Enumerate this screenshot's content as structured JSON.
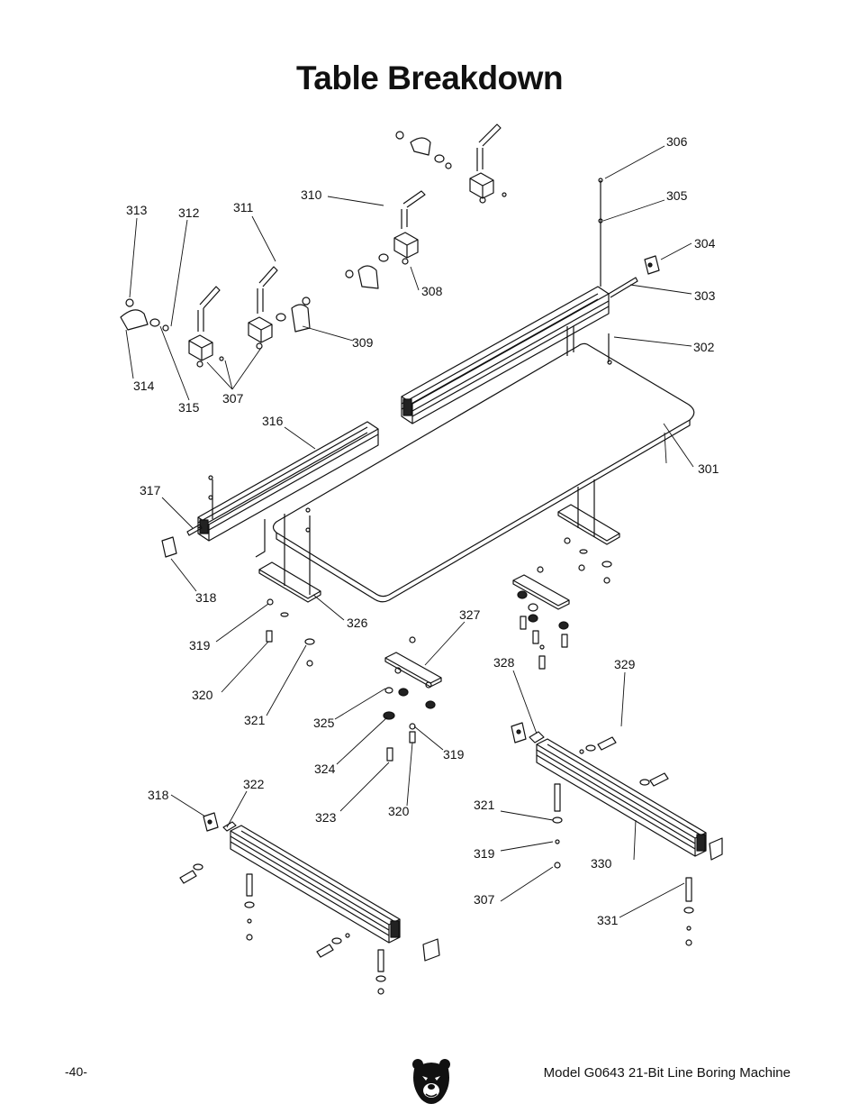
{
  "page": {
    "title": "Table Breakdown",
    "page_number": "-40-",
    "model_text": "Model G0643  21-Bit Line Boring Machine"
  },
  "logo": {
    "icon": "grizzly-bear-icon"
  },
  "callouts": [
    "301",
    "302",
    "303",
    "304",
    "305",
    "306",
    "307",
    "307",
    "308",
    "309",
    "310",
    "311",
    "312",
    "313",
    "314",
    "315",
    "316",
    "317",
    "318",
    "318",
    "319",
    "319",
    "319",
    "320",
    "320",
    "321",
    "321",
    "322",
    "323",
    "324",
    "325",
    "326",
    "327",
    "328",
    "329",
    "330",
    "331"
  ]
}
